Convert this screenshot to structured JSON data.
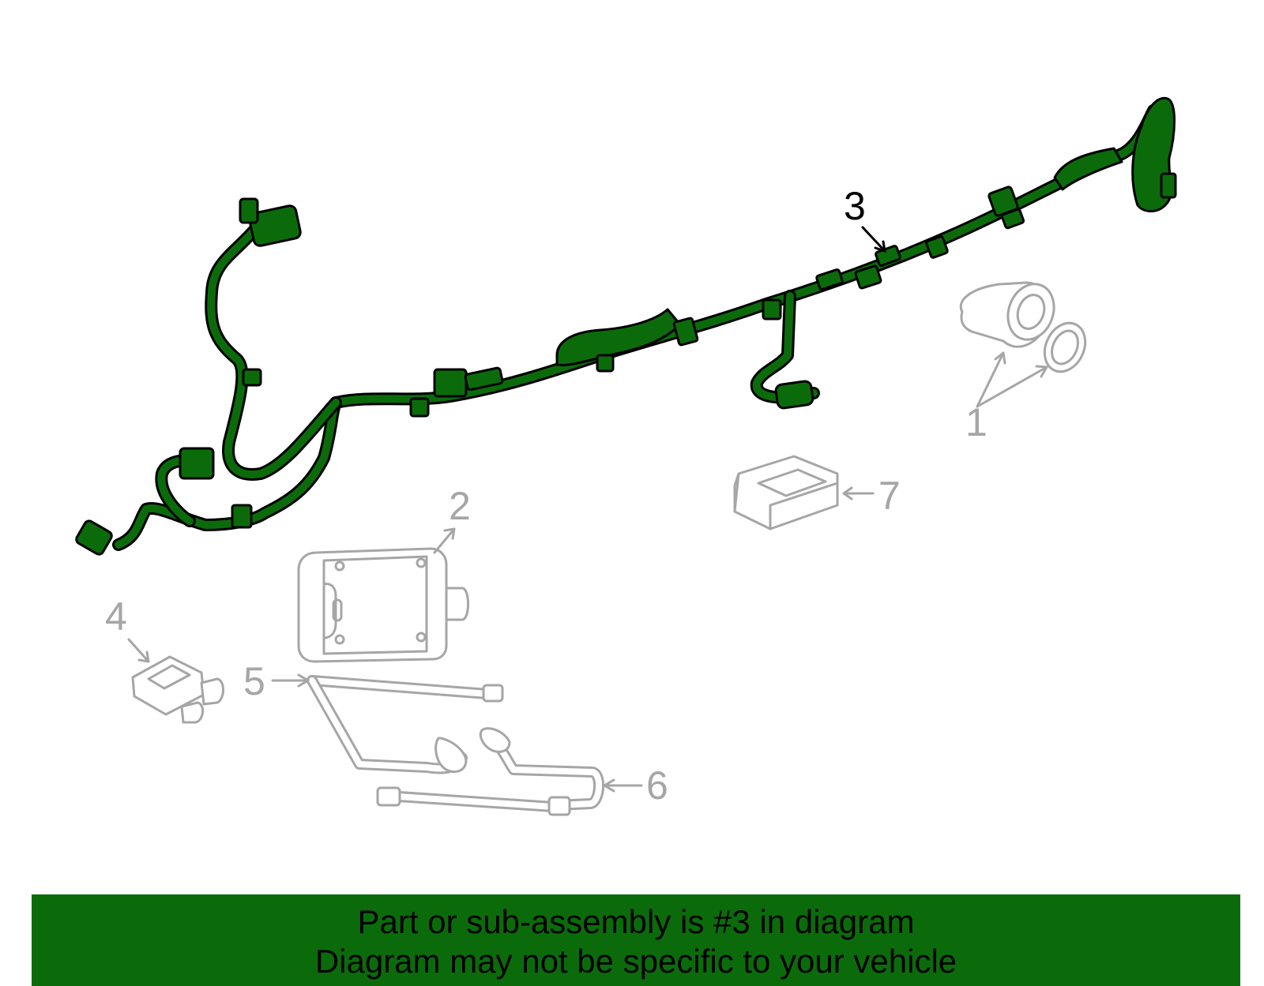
{
  "diagram": {
    "callouts": [
      {
        "number": "1",
        "highlighted": false
      },
      {
        "number": "2",
        "highlighted": false
      },
      {
        "number": "3",
        "highlighted": true
      },
      {
        "number": "4",
        "highlighted": false
      },
      {
        "number": "5",
        "highlighted": false
      },
      {
        "number": "6",
        "highlighted": false
      },
      {
        "number": "7",
        "highlighted": false
      }
    ],
    "highlight_color": "#0b6b0b",
    "muted_color": "#a6a6a6"
  },
  "banner": {
    "line1": "Part or sub-assembly is #3 in diagram",
    "line2": "Diagram may not be specific to your vehicle",
    "background": "#0b6b0b"
  }
}
